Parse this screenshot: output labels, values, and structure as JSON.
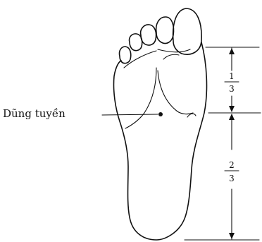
{
  "diagram": {
    "label": "Dũng tuyền",
    "fractions": [
      {
        "numerator": "1",
        "denominator": "3"
      },
      {
        "numerator": "2",
        "denominator": "3"
      }
    ],
    "colors": {
      "ink": "#111111",
      "background": "#ffffff"
    }
  }
}
